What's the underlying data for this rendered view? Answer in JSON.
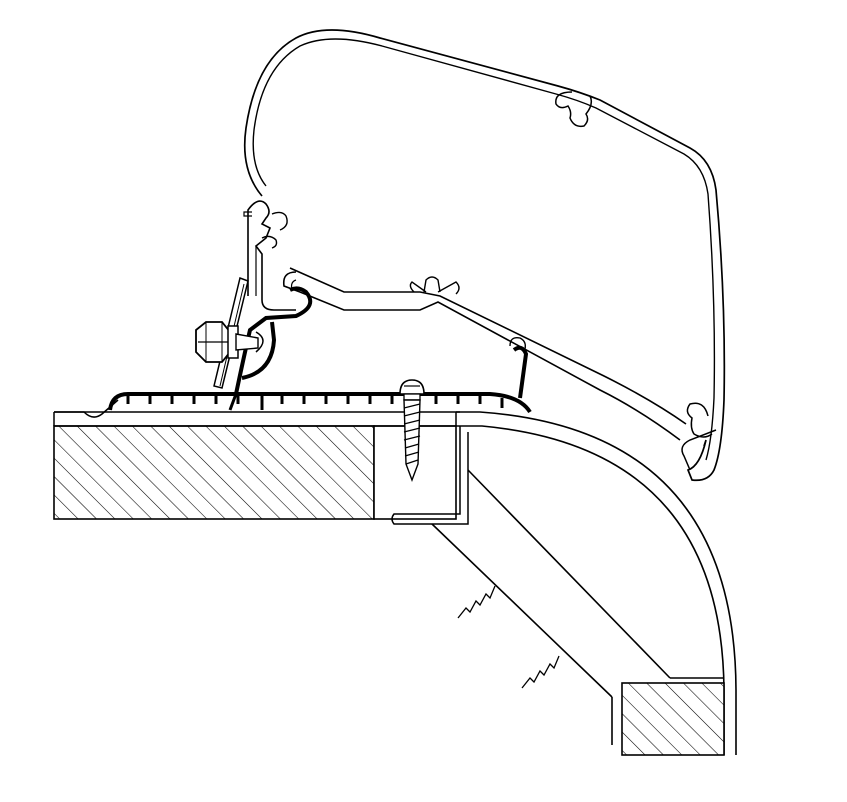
{
  "figure": {
    "kind": "technical cross-section drawing",
    "text_labels": [],
    "colors": {
      "background": "#ffffff",
      "line": "#000000",
      "fill": "#ffffff"
    },
    "parts": [
      "awning-profile",
      "adapter-rail",
      "hook-profile",
      "bolt-and-nut",
      "mounting-plate",
      "rubber-seal-strip",
      "wood-screw",
      "roof-panel",
      "roof-edge-trim",
      "wall-bracket",
      "wall-panel",
      "sealant-zigzag"
    ]
  }
}
